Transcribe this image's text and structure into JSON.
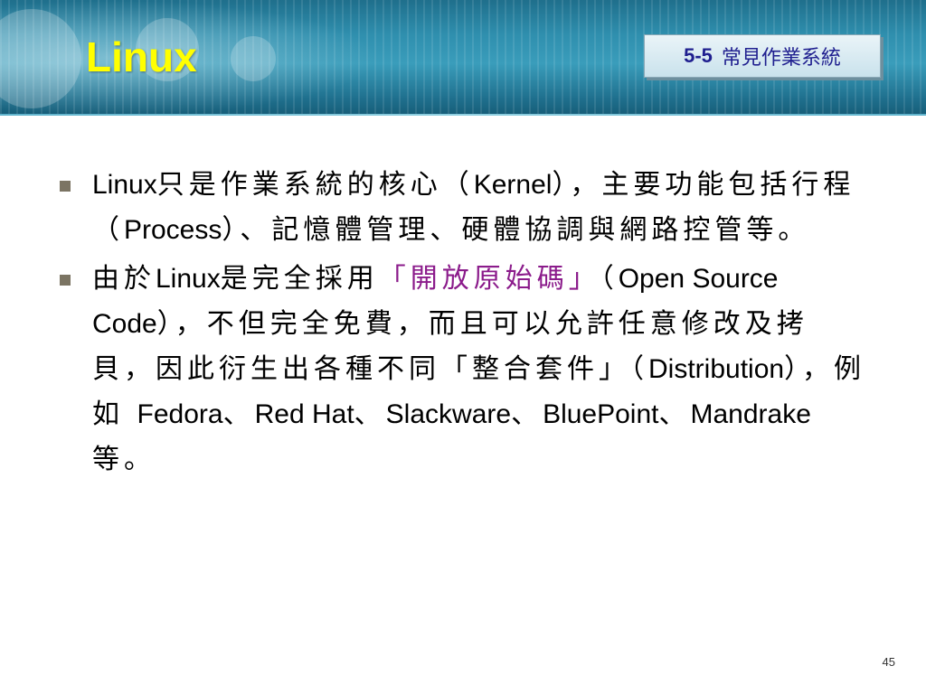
{
  "slide": {
    "title": "Linux",
    "section_number": "5-5",
    "section_title": "常見作業系統",
    "page_number": "45"
  },
  "bullets": [
    {
      "segments": [
        {
          "text": "Linux",
          "style": "latin"
        },
        {
          "text": "只是作業系統的核心（",
          "style": "cjk"
        },
        {
          "text": "Kernel",
          "style": "latin"
        },
        {
          "text": "），主要功能包括行程（",
          "style": "cjk"
        },
        {
          "text": "Process",
          "style": "latin"
        },
        {
          "text": "）、記憶體管理、硬體協調與網路控管等。",
          "style": "cjk"
        }
      ]
    },
    {
      "segments": [
        {
          "text": "由於",
          "style": "cjk"
        },
        {
          "text": "Linux",
          "style": "latin"
        },
        {
          "text": "是完全採用",
          "style": "cjk"
        },
        {
          "text": "「開放原始碼」",
          "style": "highlight"
        },
        {
          "text": "（",
          "style": "cjk"
        },
        {
          "text": "Open Source Code",
          "style": "latin"
        },
        {
          "text": "），不但完全免費，而且可以允許任意修改及拷貝，因此衍生出各種不同「整合套件」（",
          "style": "cjk"
        },
        {
          "text": "Distribution",
          "style": "latin"
        },
        {
          "text": "），例如 ",
          "style": "cjk"
        },
        {
          "text": "Fedora",
          "style": "latin"
        },
        {
          "text": "、",
          "style": "cjk"
        },
        {
          "text": "Red Hat",
          "style": "latin"
        },
        {
          "text": "、",
          "style": "cjk"
        },
        {
          "text": "Slackware",
          "style": "latin"
        },
        {
          "text": "、",
          "style": "cjk"
        },
        {
          "text": "BluePoint",
          "style": "latin"
        },
        {
          "text": "、",
          "style": "cjk"
        },
        {
          "text": "Mandrake",
          "style": "latin"
        },
        {
          "text": "等。",
          "style": "cjk"
        }
      ]
    }
  ],
  "colors": {
    "title": "#ffff00",
    "highlight": "#8b1b8b",
    "section_text": "#1f1f8f",
    "bullet_marker": "#7b7463"
  }
}
